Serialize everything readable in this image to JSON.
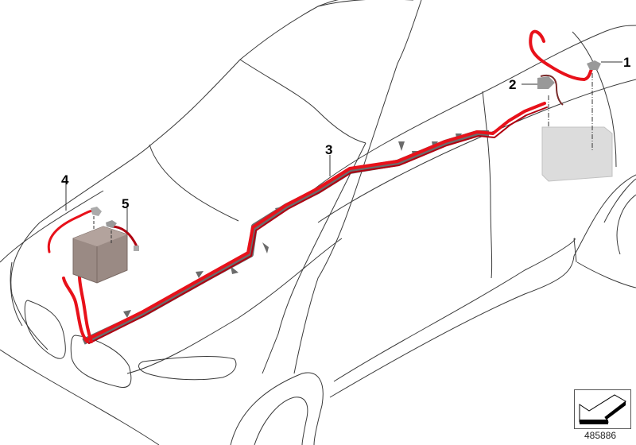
{
  "diagram": {
    "title": "Battery cable / positive battery cable harness parts diagram",
    "subject": "Vehicle outline (front-left 3/4 view) with battery cable routing",
    "colors": {
      "outline": "#3a3a3a",
      "cable": "#e8111a",
      "cable_dark": "#b00010",
      "harness_bracket": "#6b6b6b",
      "front_battery": "#9a8a84",
      "rear_battery": "#d8d8d8",
      "background": "#ffffff"
    },
    "callouts": [
      {
        "number": "1",
        "description": "Battery cable end / terminal (rear)"
      },
      {
        "number": "2",
        "description": "Battery terminal clamp with cable (rear)"
      },
      {
        "number": "3",
        "description": "Positive battery cable harness (underbody)"
      },
      {
        "number": "4",
        "description": "Battery cable (front, positive)"
      },
      {
        "number": "5",
        "description": "Battery cable (front, negative)"
      }
    ],
    "reference_number": "485886",
    "reference_icon": "view-direction-arrow-icon"
  }
}
